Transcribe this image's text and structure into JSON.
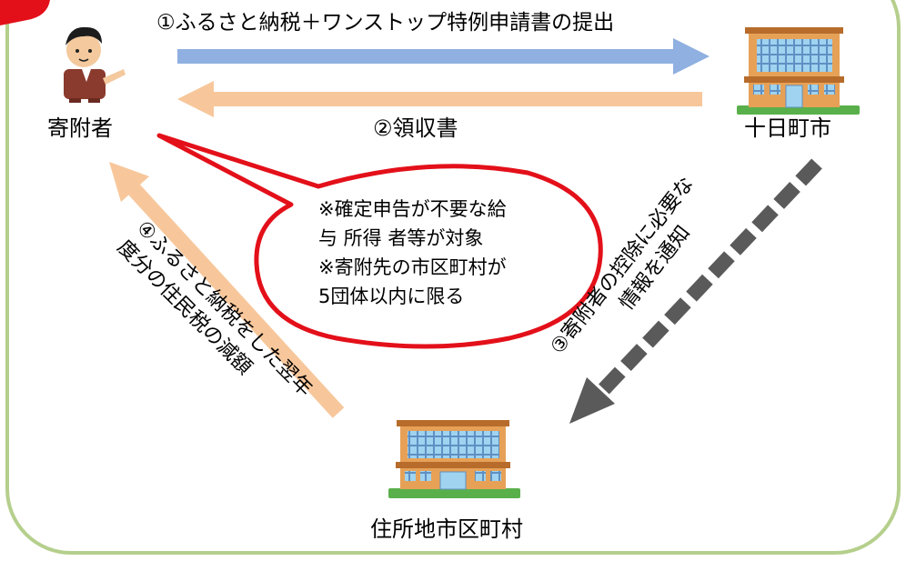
{
  "nodes": {
    "donor": "寄附者",
    "tokamachi": "十日町市",
    "residence_municipality": "住所地市区町村"
  },
  "arrows": {
    "step1": "①ふるさと納税＋ワンストップ特例申請書の提出",
    "step2": "②領収書",
    "step3_line1": "③寄附者の控除に必要な",
    "step3_line2": "情報を通知",
    "step4_line1": "④ふるさと納税をした翌年",
    "step4_line2": "度分の住民税の減額"
  },
  "callout": {
    "line1": "※確定申告が不要な給",
    "line2": "与 所得 者等が対象",
    "line3": "※寄附先の市区町村が",
    "line4": "5団体以内に限る"
  },
  "colors": {
    "frame_border": "#b5cf8c",
    "arrow_blue": "#8fb0e0",
    "arrow_peach": "#f7c79b",
    "arrow_gray": "#5a5a5a",
    "callout_border": "#e3101a"
  }
}
